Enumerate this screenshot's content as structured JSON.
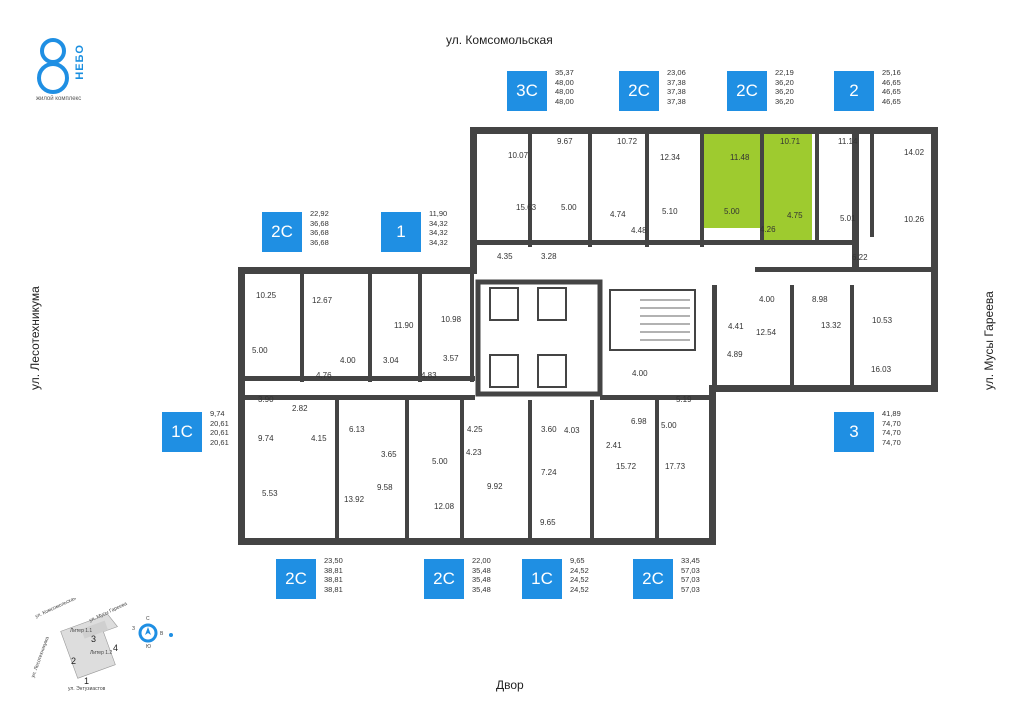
{
  "logo": {
    "name": "НЕБО",
    "subtitle": "жилой комплекс"
  },
  "streets": {
    "top": "ул. Комсомольская",
    "left": "ул. Лесотехникума",
    "right": "ул. Мусы Гареева",
    "bottom": "Двор"
  },
  "badges": [
    {
      "type": "3С",
      "nums": [
        "35,37",
        "48,00",
        "48,00",
        "48,00"
      ]
    },
    {
      "type": "2С",
      "nums": [
        "23,06",
        "37,38",
        "37,38",
        "37,38"
      ]
    },
    {
      "type": "2С",
      "nums": [
        "22,19",
        "36,20",
        "36,20",
        "36,20"
      ]
    },
    {
      "type": "2",
      "nums": [
        "25,16",
        "46,65",
        "46,65",
        "46,65"
      ]
    },
    {
      "type": "2С",
      "nums": [
        "22,92",
        "36,68",
        "36,68",
        "36,68"
      ]
    },
    {
      "type": "1",
      "nums": [
        "11,90",
        "34,32",
        "34,32",
        "34,32"
      ]
    },
    {
      "type": "1С",
      "nums": [
        "9,74",
        "20,61",
        "20,61",
        "20,61"
      ]
    },
    {
      "type": "3",
      "nums": [
        "41,89",
        "74,70",
        "74,70",
        "74,70"
      ]
    },
    {
      "type": "2С",
      "nums": [
        "23,50",
        "38,81",
        "38,81",
        "38,81"
      ]
    },
    {
      "type": "2С",
      "nums": [
        "22,00",
        "35,48",
        "35,48",
        "35,48"
      ]
    },
    {
      "type": "1С",
      "nums": [
        "9,65",
        "24,52",
        "24,52",
        "24,52"
      ]
    },
    {
      "type": "2С",
      "nums": [
        "33,45",
        "57,03",
        "57,03",
        "57,03"
      ]
    }
  ],
  "rooms": [
    "10.07",
    "9.67",
    "10.72",
    "12.34",
    "11.48",
    "10.71",
    "11.14",
    "14.02",
    "15.63",
    "5.00",
    "4.74",
    "5.10",
    "5.00",
    "4.75",
    "5.01",
    "10.26",
    "4.48",
    "4.26",
    "6.22",
    "4.35",
    "3.28",
    "10.25",
    "12.67",
    "11.90",
    "10.98",
    "4.00",
    "8.98",
    "5.00",
    "4.00",
    "3.04",
    "3.57",
    "4.41",
    "12.54",
    "13.32",
    "10.53",
    "4.76",
    "4.83",
    "4.89",
    "16.03",
    "4.00",
    "3.90",
    "2.82",
    "5.19",
    "6.98",
    "9.74",
    "4.15",
    "6.13",
    "4.25",
    "3.60",
    "4.03",
    "5.00",
    "2.41",
    "3.65",
    "5.00",
    "4.23",
    "7.24",
    "15.72",
    "17.73",
    "5.53",
    "13.92",
    "9.58",
    "12.08",
    "9.92",
    "9.65"
  ],
  "minimap": {
    "streets": [
      "ул. Комсомольская",
      "ул. Мусы Гареева",
      "ул. Лесотехникума",
      "ул. Энтузиастов"
    ],
    "sections": [
      "Литер 1.1",
      "Литер 1.2"
    ],
    "blocks": [
      "1",
      "2",
      "3",
      "4"
    ],
    "compass": [
      "С",
      "В",
      "Ю",
      "З"
    ]
  },
  "colors": {
    "accent": "#1f8fe3",
    "highlight": "#9ecb2f",
    "wall": "#444444"
  }
}
